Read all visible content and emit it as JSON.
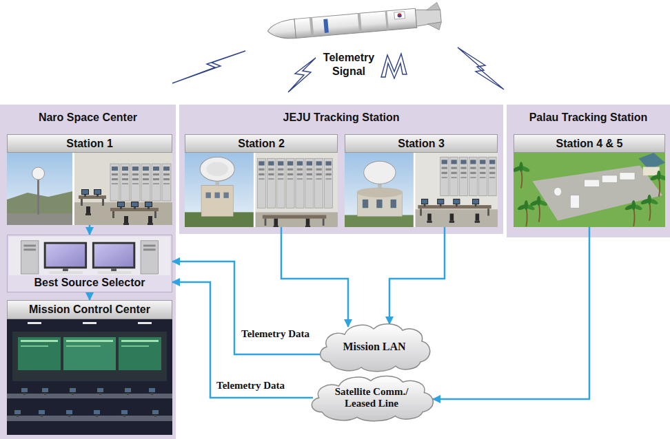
{
  "diagram": {
    "nodes": [
      {
        "text": [
          "Naro Space Center"
        ]
      },
      {
        "text": [
          "Station 1"
        ],
        "in": 0
      },
      {
        "text": [
          "Best Source Selector"
        ],
        "in": 0
      },
      {
        "text": [
          "Mission Control Center"
        ],
        "in": 0
      },
      {
        "text": [
          "JEJU Tracking Station"
        ]
      },
      {
        "text": [
          "Station 2"
        ],
        "in": 4
      },
      {
        "text": [
          "Station 3"
        ],
        "in": 4
      },
      {
        "text": [
          "Palau Tracking Station"
        ]
      },
      {
        "text": [
          "Station 4 & 5"
        ],
        "in": 7
      },
      {
        "text": [
          "Mission LAN"
        ]
      },
      {
        "text": [
          "Satellite Comm./ Leased Line"
        ]
      }
    ],
    "edges": [
      {
        "from": 1,
        "to": 2,
        "arrow": "to"
      },
      {
        "from": 2,
        "to": 3,
        "arrow": "to"
      },
      {
        "from": 5,
        "to": 9,
        "arrow": "to"
      },
      {
        "from": 6,
        "to": 9,
        "arrow": "to"
      },
      {
        "from": 8,
        "to": 10,
        "arrow": "to"
      },
      {
        "from": 9,
        "to": 2,
        "label": "Telemetry Data",
        "arrow": "to"
      },
      {
        "from": 10,
        "to": 2,
        "label": "Telemetry Data",
        "arrow": "to"
      }
    ],
    "labels": [
      "Telemetry Signal"
    ]
  }
}
